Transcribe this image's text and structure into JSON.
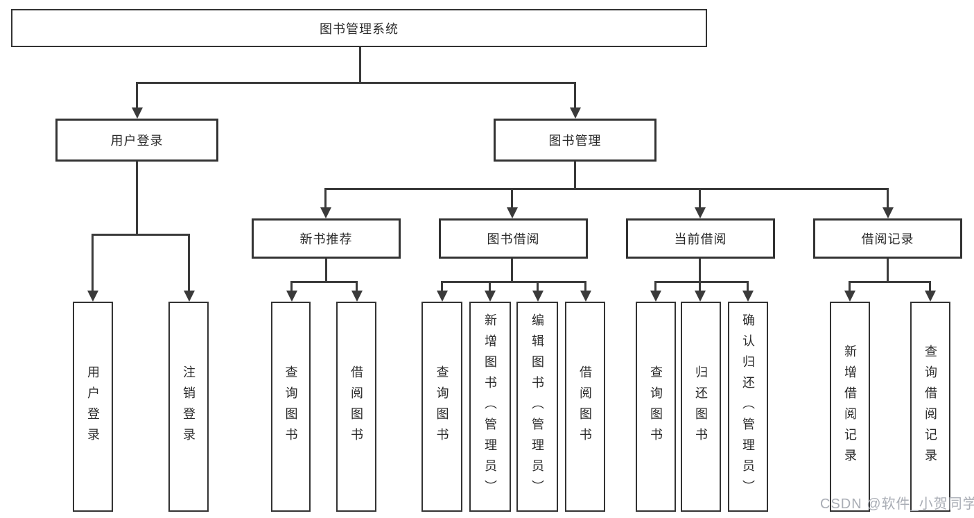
{
  "diagram": {
    "title": "图书管理系统",
    "modules": [
      {
        "label": "用户登录",
        "children": [
          {
            "label": "用户登录"
          },
          {
            "label": "注销登录"
          }
        ]
      },
      {
        "label": "图书管理",
        "children": [
          {
            "label": "新书推荐",
            "children": [
              {
                "label": "查询图书"
              },
              {
                "label": "借阅图书"
              }
            ]
          },
          {
            "label": "图书借阅",
            "children": [
              {
                "label": "查询图书"
              },
              {
                "label": "新增图书（管理员）"
              },
              {
                "label": "编辑图书（管理员）"
              },
              {
                "label": "借阅图书"
              }
            ]
          },
          {
            "label": "当前借阅",
            "children": [
              {
                "label": "查询图书"
              },
              {
                "label": "归还图书"
              },
              {
                "label": "确认归还（管理员）"
              }
            ]
          },
          {
            "label": "借阅记录",
            "children": [
              {
                "label": "新增借阅记录"
              },
              {
                "label": "查询借阅记录"
              }
            ]
          }
        ]
      }
    ]
  },
  "watermark": {
    "text": "CSDN @软件_小贺同学"
  },
  "colors": {
    "line": "#3a3a3a",
    "border": "#333333",
    "text": "#2a2a2a",
    "watermark": "#a9adb5",
    "background": "#ffffff"
  }
}
